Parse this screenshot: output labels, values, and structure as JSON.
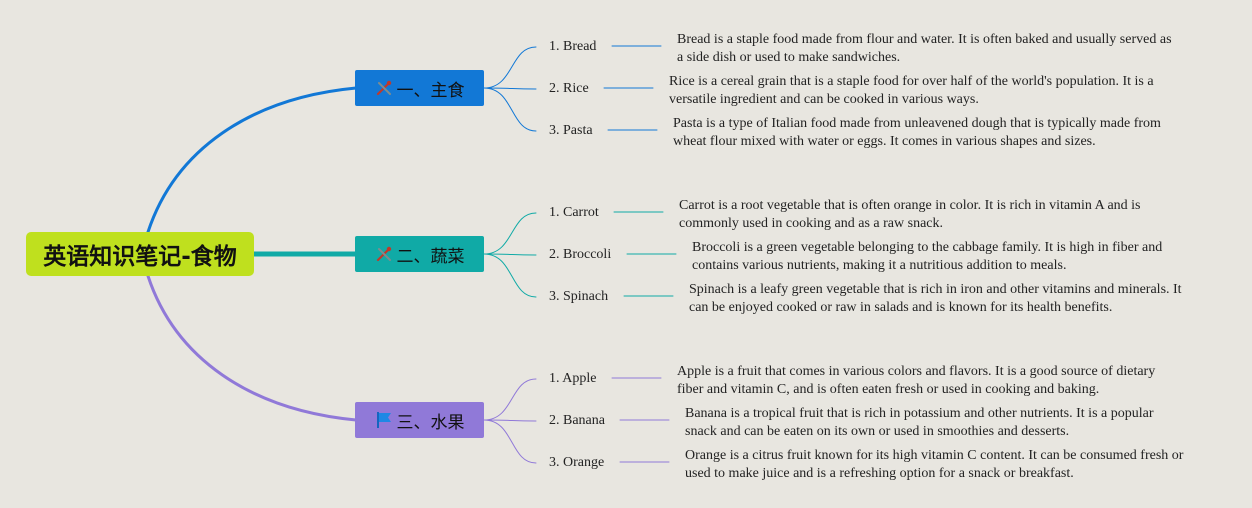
{
  "root": {
    "title": "英语知识笔记-食物"
  },
  "branches": [
    {
      "label": "一、主食",
      "color": "#1278d6",
      "icon": "tools-icon",
      "items": [
        {
          "label": "1. Bread",
          "desc": "Bread is a staple food made from flour and water. It is often baked and usually served as a side dish or used to make sandwiches."
        },
        {
          "label": "2. Rice",
          "desc": "Rice is a cereal grain that is a staple food for over half of the world's population. It is a versatile ingredient and can be cooked in various ways."
        },
        {
          "label": "3. Pasta",
          "desc": "Pasta is a type of Italian food made from unleavened dough that is typically made from wheat flour mixed with water or eggs. It comes in various shapes and sizes."
        }
      ]
    },
    {
      "label": "二、蔬菜",
      "color": "#10aaa6",
      "icon": "tools-icon",
      "items": [
        {
          "label": "1. Carrot",
          "desc": "Carrot is a root vegetable that is often orange in color. It is rich in vitamin A and is commonly used in cooking and as a raw snack."
        },
        {
          "label": "2. Broccoli",
          "desc": "Broccoli is a green vegetable belonging to the cabbage family. It is high in fiber and contains various nutrients, making it a nutritious addition to meals."
        },
        {
          "label": "3. Spinach",
          "desc": "Spinach is a leafy green vegetable that is rich in iron and other vitamins and minerals. It can be enjoyed cooked or raw in salads and is known for its health benefits."
        }
      ]
    },
    {
      "label": "三、水果",
      "color": "#9079d8",
      "icon": "flag-icon",
      "items": [
        {
          "label": "1. Apple",
          "desc": "Apple is a fruit that comes in various colors and flavors. It is a good source of dietary fiber and vitamin C, and is often eaten fresh or used in cooking and baking."
        },
        {
          "label": "2. Banana",
          "desc": "Banana is a tropical fruit that is rich in potassium and other nutrients. It is a popular snack and can be eaten on its own or used in smoothies and desserts."
        },
        {
          "label": "3. Orange",
          "desc": "Orange is a citrus fruit known for its high vitamin C content. It can be consumed fresh or used to make juice and is a refreshing option for a snack or breakfast."
        }
      ]
    }
  ]
}
